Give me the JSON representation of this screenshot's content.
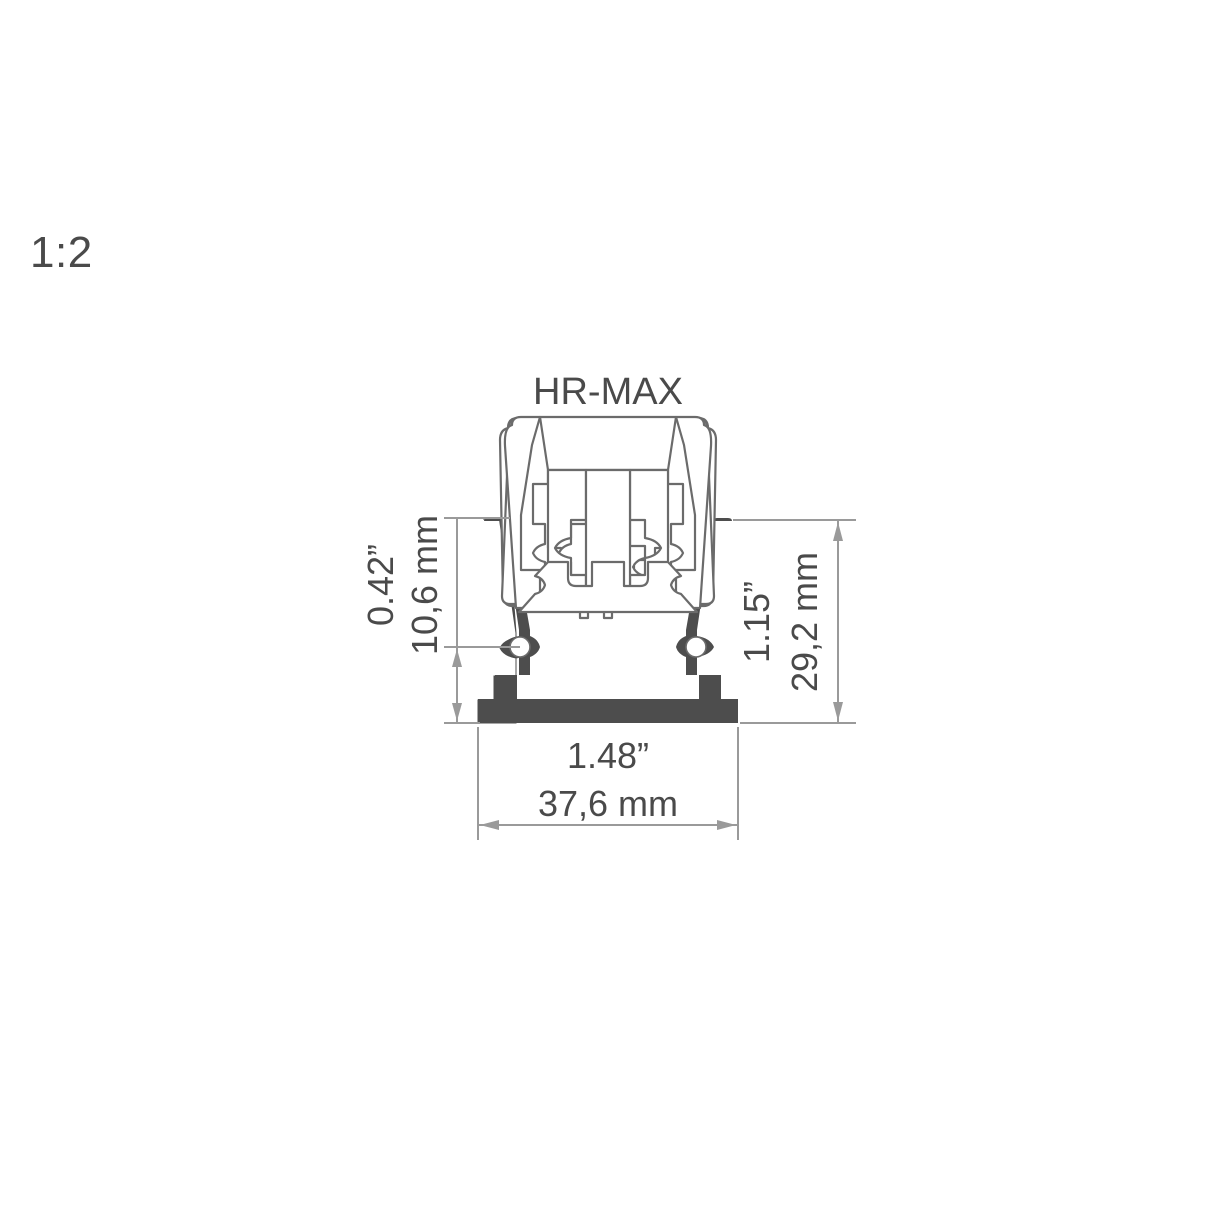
{
  "drawing": {
    "scale_label": "1:2",
    "title": "HR-MAX",
    "dimensions": {
      "height_inner_inch": "0.42”",
      "height_inner_mm": "10,6 mm",
      "height_total_inch": "1.15”",
      "height_total_mm": "29,2 mm",
      "width_inch": "1.48”",
      "width_mm": "37,6 mm"
    },
    "colors": {
      "profile_fill": "#4d4d4d",
      "outline_stroke": "#6b6b6b",
      "dimension_line": "#9a9a9a",
      "text": "#4a4a4a",
      "background": "#ffffff"
    }
  }
}
